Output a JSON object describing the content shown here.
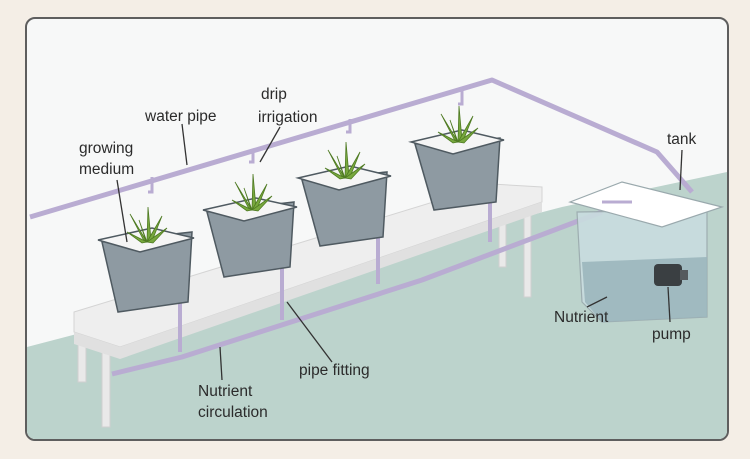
{
  "labels": {
    "water_pipe": "water pipe",
    "drip_line1": "drip",
    "drip_line2": "irrigation",
    "growing_line1": "growing",
    "growing_line2": "medium",
    "tank": "tank",
    "nutrient": "Nutrient",
    "pump": "pump",
    "pipe_fitting": "pipe fitting",
    "circulation_line1": "Nutrient",
    "circulation_line2": "circulation"
  },
  "colors": {
    "background": "#f7f8f8",
    "water": "#bdd4cd",
    "table_top": "#eeeeee",
    "pot": "#8e9aa2",
    "pipe": "#b9acd2",
    "plant": "#78a83e",
    "tank_water": "#9bb6bc"
  }
}
